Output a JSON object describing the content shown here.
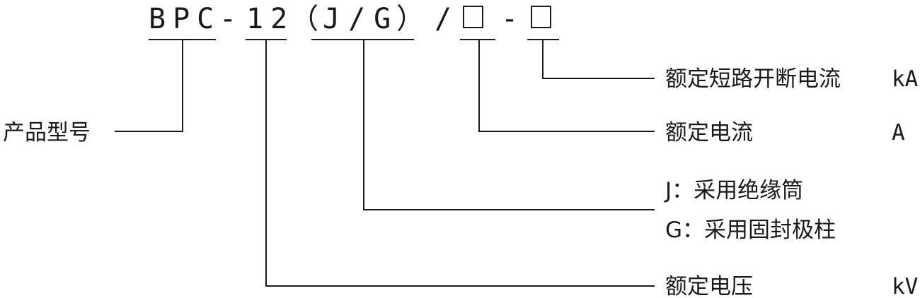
{
  "code": {
    "model": "BPC",
    "dash1": "-",
    "voltage": "12",
    "paren_open": "（",
    "type": "J/G",
    "paren_close": "）",
    "slash": "/",
    "dash2": "-"
  },
  "labels": {
    "product_model": "产品型号",
    "rated_break_current": "额定短路开断电流",
    "rated_current": "额定电流",
    "type_j": "J：采用绝缘筒",
    "type_g": "G：采用固封极柱",
    "rated_voltage": "额定电压"
  },
  "units": {
    "break_current": "kA",
    "current": "A",
    "voltage": "kV"
  },
  "colors": {
    "ink": "#1a1a1a",
    "background": "#ffffff"
  }
}
